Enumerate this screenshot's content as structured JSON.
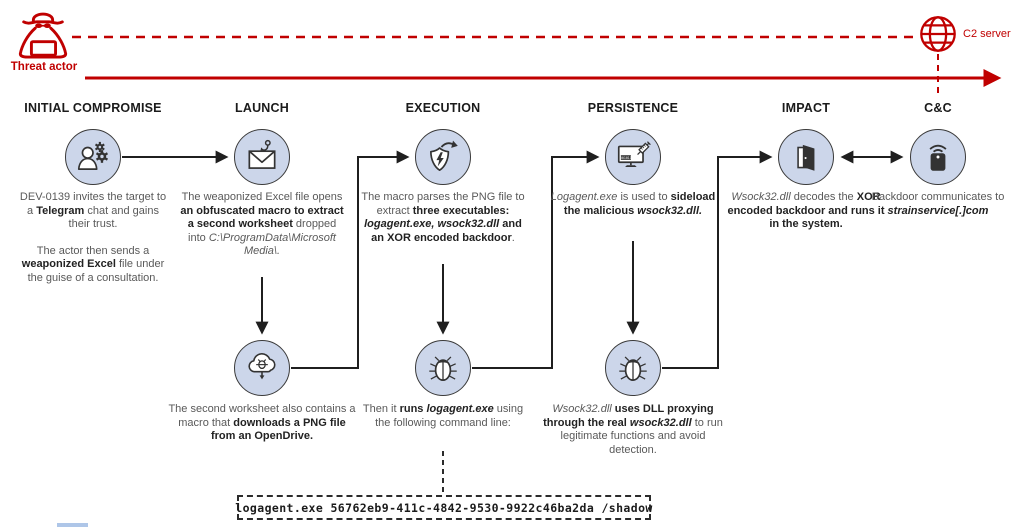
{
  "colors": {
    "accent_red": "#c00000",
    "node_fill": "#ccd6ea",
    "node_stroke": "#3a3a3a",
    "text_gray": "#595959",
    "text_dark": "#222222"
  },
  "top": {
    "threat_actor_label": "Threat actor",
    "threat_actor_icon": "spy-icon",
    "c2_server_label": "C2 server",
    "c2_server_icon": "globe-icon"
  },
  "stages": {
    "initial": {
      "heading": "INITIAL COMPROMISE",
      "icon": "person-gears-icon",
      "p1": [
        {
          "text": "DEV-0139 invites the target to a "
        },
        {
          "text": "Telegram",
          "style": "b"
        },
        {
          "text": " chat and gains their trust."
        }
      ],
      "p2": [
        {
          "text": "The actor then sends a "
        },
        {
          "text": "weaponized Excel",
          "style": "b"
        },
        {
          "text": " file under the guise of a consultation."
        }
      ]
    },
    "launch": {
      "heading": "LAUNCH",
      "icon": "phishing-mail-icon",
      "p1": [
        {
          "text": "The weaponized Excel file opens "
        },
        {
          "text": "an obfuscated macro to extract a second worksheet",
          "style": "b"
        },
        {
          "text": " dropped into "
        },
        {
          "text": "C:\\ProgramData\\Microsoft Media\\.",
          "style": "i"
        }
      ]
    },
    "execution": {
      "heading": "EXECUTION",
      "icon": "shield-bolt-icon",
      "p1": [
        {
          "text": "The macro parses the PNG file to extract "
        },
        {
          "text": "three executables: ",
          "style": "b"
        },
        {
          "text": "logagent.exe, wsock32.dll",
          "style": "bi"
        },
        {
          "text": " and an XOR encoded backdoor",
          "style": "b"
        },
        {
          "text": "."
        }
      ]
    },
    "persistence": {
      "heading": "PERSISTENCE",
      "icon": "monitor-syringe-icon",
      "p1": [
        {
          "text": "Logagent.exe",
          "style": "i"
        },
        {
          "text": " is used to "
        },
        {
          "text": "sideload the malicious ",
          "style": "b"
        },
        {
          "text": "wsock32.dll.",
          "style": "bi"
        }
      ]
    },
    "impact": {
      "heading": "IMPACT",
      "icon": "backdoor-open-door-icon",
      "p1": [
        {
          "text": "Wsock32.dll",
          "style": "i"
        },
        {
          "text": " decodes the "
        },
        {
          "text": "XOR encoded backdoor and runs it in the system.",
          "style": "b"
        }
      ]
    },
    "cnc": {
      "heading": "C&C",
      "icon": "beacon-device-icon",
      "p1": [
        {
          "text": "Backdoor communicates to "
        },
        {
          "text": "strainservice[.]com",
          "style": "bi"
        }
      ]
    }
  },
  "substeps": {
    "cloud": {
      "icon": "cloud-malware-download-icon",
      "p1": [
        {
          "text": "The second worksheet also contains a macro that "
        },
        {
          "text": "downloads a PNG file from an OpenDrive.",
          "style": "b"
        }
      ]
    },
    "bug1": {
      "icon": "bug-icon",
      "p1": [
        {
          "text": "Then it "
        },
        {
          "text": "runs ",
          "style": "b"
        },
        {
          "text": "logagent.exe",
          "style": "bi"
        },
        {
          "text": " using the following command line:"
        }
      ]
    },
    "bug2": {
      "icon": "bug-icon",
      "p1": [
        {
          "text": "Wsock32.dll",
          "style": "i"
        },
        {
          "text": " "
        },
        {
          "text": "uses DLL proxying through the real ",
          "style": "b"
        },
        {
          "text": "wsock32.dll",
          "style": "bi"
        },
        {
          "text": " to run legitimate functions and avoid detection."
        }
      ]
    }
  },
  "command_box": {
    "command": "logagent.exe 56762eb9-411c-4842-9530-9922c46ba2da /shadow"
  }
}
